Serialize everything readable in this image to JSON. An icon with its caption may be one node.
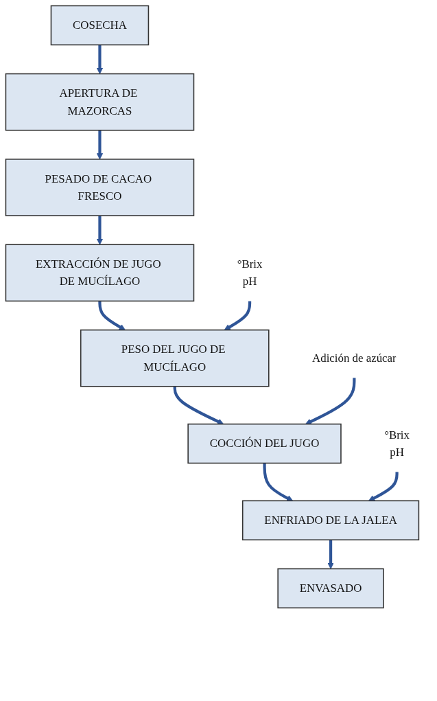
{
  "diagram": {
    "nodes": [
      {
        "text": [
          "COSECHA"
        ]
      },
      {
        "text": [
          "APERTURA DE MAZORCAS"
        ]
      },
      {
        "text": [
          "PESADO DE CACAO FRESCO"
        ]
      },
      {
        "text": [
          "EXTRACCIÓN DE JUGO DE MUCÍLAGO"
        ]
      },
      {
        "text": [
          "°Brix",
          "pH"
        ]
      },
      {
        "text": [
          "PESO DEL JUGO DE MUCÍLAGO"
        ]
      },
      {
        "text": [
          "Adición de azúcar"
        ]
      },
      {
        "text": [
          "COCCIÓN DEL JUGO"
        ]
      },
      {
        "text": [
          "°Brix",
          "pH"
        ]
      },
      {
        "text": [
          "ENFRIADO DE LA JALEA"
        ]
      },
      {
        "text": [
          "ENVASADO"
        ]
      }
    ],
    "edges": [
      {
        "from": 0,
        "to": 1,
        "arrow": "to"
      },
      {
        "from": 1,
        "to": 2,
        "arrow": "to"
      },
      {
        "from": 2,
        "to": 3,
        "arrow": "to"
      },
      {
        "from": 3,
        "to": 5,
        "arrow": "to"
      },
      {
        "from": 4,
        "to": 5,
        "arrow": "to"
      },
      {
        "from": 5,
        "to": 7,
        "arrow": "to"
      },
      {
        "from": 6,
        "to": 7,
        "arrow": "to"
      },
      {
        "from": 7,
        "to": 9,
        "arrow": "to"
      },
      {
        "from": 8,
        "to": 9,
        "arrow": "to"
      },
      {
        "from": 9,
        "to": 10,
        "arrow": "to"
      }
    ]
  }
}
